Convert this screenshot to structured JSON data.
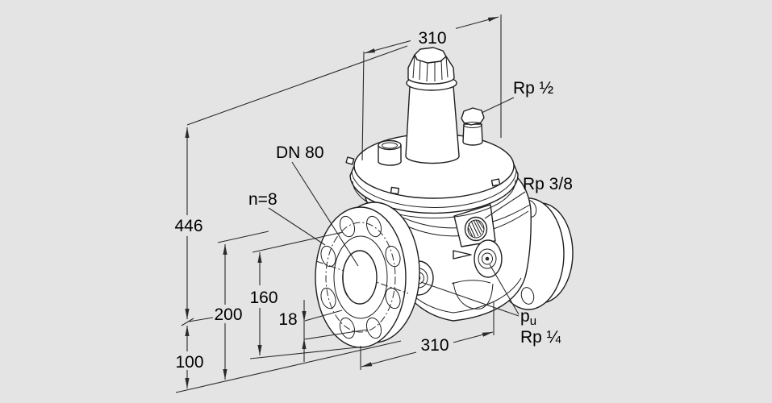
{
  "drawing": {
    "type": "isometric technical drawing of a flanged gas pressure regulator valve",
    "background_color": "#e4e4e4",
    "line_color": "#1f1f1f",
    "text_color": "#000000",
    "labels": {
      "nominal_diameter": "DN 80",
      "bolt_count": "n=8",
      "top_port": "Rp ½",
      "side_port": "Rp 3/8",
      "gauge_port": "Rp ¼",
      "pressure_tap_main": "p",
      "pressure_tap_sub": "u"
    },
    "dimensions": {
      "top_width": "310",
      "total_height": "446",
      "axis_height": "200",
      "bolt_circle": "160",
      "bolt_hole_diameter": "18",
      "base_height": "100",
      "bottom_width": "310"
    }
  }
}
